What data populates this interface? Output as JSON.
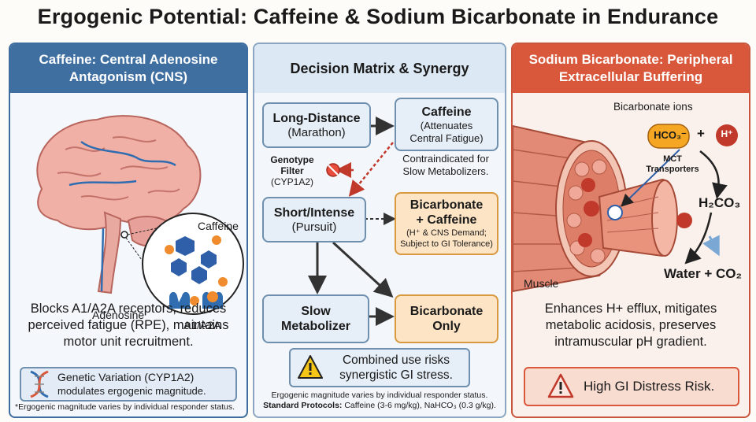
{
  "title": "Ergogenic Potential: Caffeine & Sodium Bicarbonate in Endurance",
  "caffeine_panel": {
    "header_line1": "Caffeine: Central Adenosine",
    "header_line2": "Antagonism (CNS)",
    "label_caffeine": "Caffeine",
    "label_adenosine": "Adenosine",
    "label_receptor": "A1/A2A",
    "summary_line1": "Blocks A1/A2A receptors, reduces",
    "summary_line2": "perceived fatigue (RPE), maintains",
    "summary_line3": "motor unit recruitment.",
    "genetic_line1": "Genetic Variation (CYP1A2)",
    "genetic_line2": "modulates ergogenic magnitude.",
    "footnote": "*Ergogenic magnitude varies by individual responder status."
  },
  "matrix_panel": {
    "header": "Decision Matrix & Synergy",
    "long_distance_title": "Long-Distance",
    "long_distance_sub": "(Marathon)",
    "caffeine_title": "Caffeine",
    "caffeine_sub1": "(Attenuates",
    "caffeine_sub2": "Central Fatigue)",
    "genotype_line1": "Genotype",
    "genotype_line2": "Filter",
    "genotype_line3": "(CYP1A2)",
    "contra_line1": "Contraindicated for",
    "contra_line2": "Slow Metabolizers.",
    "short_title": "Short/Intense",
    "short_sub": "(Pursuit)",
    "combo_title1": "Bicarbonate",
    "combo_title2": "+ Caffeine",
    "combo_sub1": "(H⁺ & CNS Demand;",
    "combo_sub2": "Subject to GI Tolerance)",
    "slow_line1": "Slow",
    "slow_line2": "Metabolizer",
    "bicarb_only_line1": "Bicarbonate",
    "bicarb_only_line2": "Only",
    "warning_line1": "Combined use risks",
    "warning_line2": "synergistic GI stress.",
    "footer_line1": "Ergogenic magnitude varies by individual responder status.",
    "footer_protocols_label": "Standard Protocols:",
    "footer_protocols_text": "Caffeine (3-6 mg/kg), NaHCO₃ (0.3 g/kg)."
  },
  "bicarb_panel": {
    "header_line1": "Sodium Bicarbonate: Peripheral",
    "header_line2": "Extracellular Buffering",
    "label_ions": "Bicarbonate ions",
    "hco3": "HCO₃⁻",
    "plus": "+",
    "h_plus": "H⁺",
    "mct_line1": "MCT",
    "mct_line2": "Transporters",
    "h2co3": "H₂CO₃",
    "water_co2": "Water + CO₂",
    "label_muscle": "Muscle",
    "summary_line1": "Enhances H+ efflux, mitigates",
    "summary_line2": "metabolic acidosis, preserves",
    "summary_line3": "intramuscular pH gradient.",
    "risk_label": "High GI Distress Risk."
  },
  "colors": {
    "caffeine_blue": "#3f6fa1",
    "bicarb_red": "#d9573b",
    "orange_box": "#fde4c4",
    "warning_yellow": "#f5c518"
  }
}
